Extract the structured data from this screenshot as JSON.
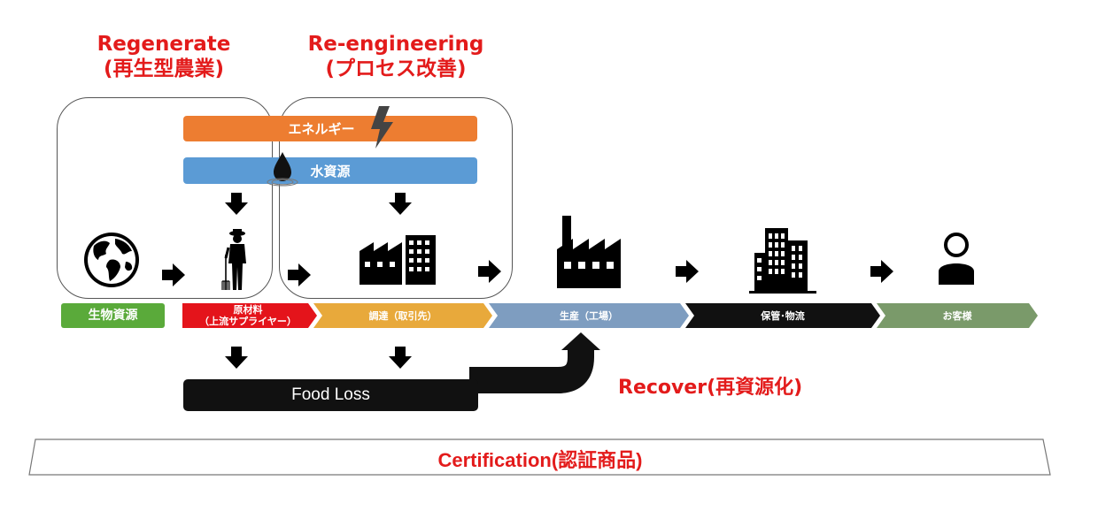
{
  "titles": {
    "regenerate_line1": "Regenerate",
    "regenerate_line2": "(再生型農業)",
    "reengineering_line1": "Re-engineering",
    "reengineering_line2": "(プロセス改善)"
  },
  "bars": {
    "energy": "エネルギー",
    "water": "水資源"
  },
  "stages": [
    {
      "line1": "生物資源",
      "line2": "",
      "color": "#5aaa3a"
    },
    {
      "line1": "原材料",
      "line2": "（上流サプライヤー）",
      "color": "#e4141b"
    },
    {
      "line1": "調達（取引先）",
      "line2": "",
      "color": "#e8a93b"
    },
    {
      "line1": "生産（工場）",
      "line2": "",
      "color": "#7e9dc0"
    },
    {
      "line1": "保管･物流",
      "line2": "",
      "color": "#111111"
    },
    {
      "line1": "お客様",
      "line2": "",
      "color": "#7a9a6a"
    }
  ],
  "food_loss": "Food Loss",
  "recover": "Recover(再資源化)",
  "certification": "Certification(認証商品)",
  "icons": {
    "globe": "globe-icon",
    "farmer": "farmer-icon",
    "factory_small": "factory-icon",
    "factory_large": "factory-large-icon",
    "building": "building-icon",
    "person": "customer-icon",
    "lightning": "lightning-icon",
    "water_drop": "water-drop-icon"
  },
  "colors": {
    "title_red": "#e31b1b",
    "energy_bar": "#ed7d31",
    "water_bar": "#5b9bd5",
    "food_loss": "#111111"
  }
}
